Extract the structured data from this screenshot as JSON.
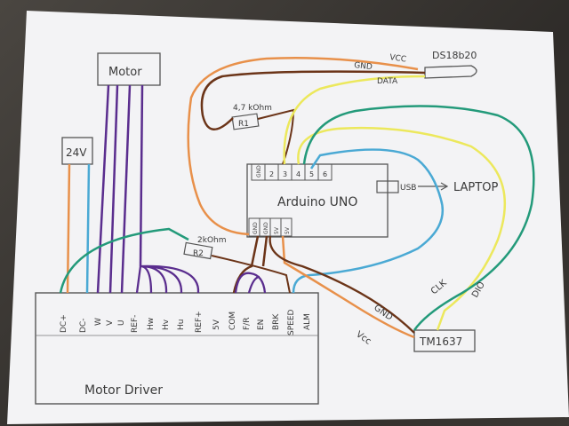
{
  "colors": {
    "paper": "#f4f4f6",
    "ink": "#3a3a3a",
    "orange": "#e8904a",
    "blue": "#4aa9d4",
    "purple": "#5a2d8e",
    "brown": "#6b3418",
    "green": "#239a7a",
    "yellow": "#ece85c"
  },
  "labels": {
    "motor": "Motor",
    "v24": "24V",
    "ds18b20": "DS18b20",
    "vcc_top": "VCC",
    "gnd_top": "GND",
    "data": "DATA",
    "r1_value": "4,7 kOhm",
    "r1": "R1",
    "r2_value": "2kOhm",
    "r2": "R2",
    "arduino": "Arduino UNO",
    "usb": "USB",
    "laptop": "LAPTOP",
    "tm1637": "TM1637",
    "motor_driver": "Motor Driver",
    "clk": "CLK",
    "dio": "DIO",
    "gnd_wire": "GND",
    "vcc_wire": "Vcc"
  },
  "arduino_pins_top": [
    "GND",
    "2",
    "3",
    "4",
    "5",
    "6"
  ],
  "arduino_pins_bottom": [
    "GND",
    "GND",
    "5V",
    "5V"
  ],
  "driver_pins": [
    "DC+",
    "DC-",
    "W",
    "V",
    "U",
    "REF-",
    "Hw",
    "Hv",
    "Hu",
    "REF+",
    "5V",
    "COM",
    "F/R",
    "EN",
    "BRK",
    "SPEED",
    "ALM"
  ]
}
